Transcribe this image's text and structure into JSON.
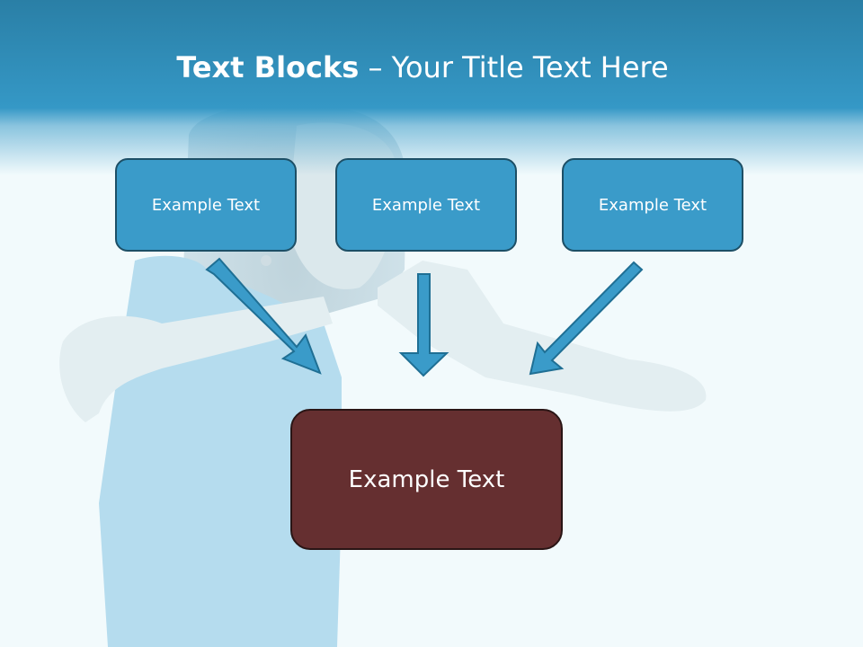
{
  "title": {
    "strong": "Text Blocks",
    "separator": " – ",
    "rest": "Your Title Text Here"
  },
  "blocks": [
    {
      "label": "Example Text"
    },
    {
      "label": "Example Text"
    },
    {
      "label": "Example Text"
    }
  ],
  "target": {
    "label": "Example Text"
  },
  "colors": {
    "header": "#3598c6",
    "block_fill": "#3a9bc9",
    "block_border": "#1d4f66",
    "target_fill": "#652f30",
    "arrow": "#3a9bc9"
  }
}
